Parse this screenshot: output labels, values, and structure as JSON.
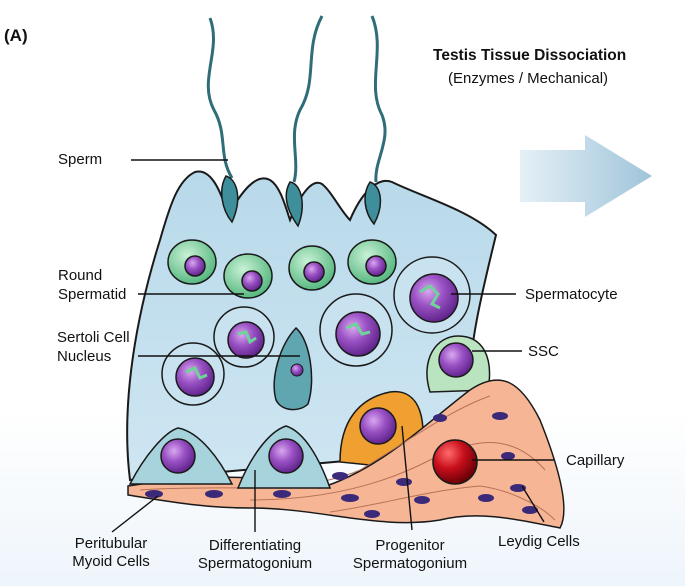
{
  "panel_label": "(A)",
  "title": "Testis Tissue Dissociation",
  "subtitle": "(Enzymes / Mechanical)",
  "labels": {
    "sperm": "Sperm",
    "round_spermatid_1": "Round",
    "round_spermatid_2": "Spermatid",
    "sertoli_1": "Sertoli Cell",
    "sertoli_2": "Nucleus",
    "spermatocyte": "Spermatocyte",
    "ssc": "SSC",
    "capillary": "Capillary",
    "peritubular_1": "Peritubular",
    "peritubular_2": "Myoid Cells",
    "differentiating_1": "Differentiating",
    "differentiating_2": "Spermatogonium",
    "progenitor_1": "Progenitor",
    "progenitor_2": "Spermatogonium",
    "leydig": "Leydig Cells"
  },
  "colors": {
    "tubule": "#b7d6e6",
    "spermatid": "#7fd0a0",
    "nucleus": "#8f48b8",
    "progenitor": "#f0a030",
    "myoid": "#f6b594",
    "capillary": "#c0101a",
    "arrow": "#a9c9dc"
  }
}
